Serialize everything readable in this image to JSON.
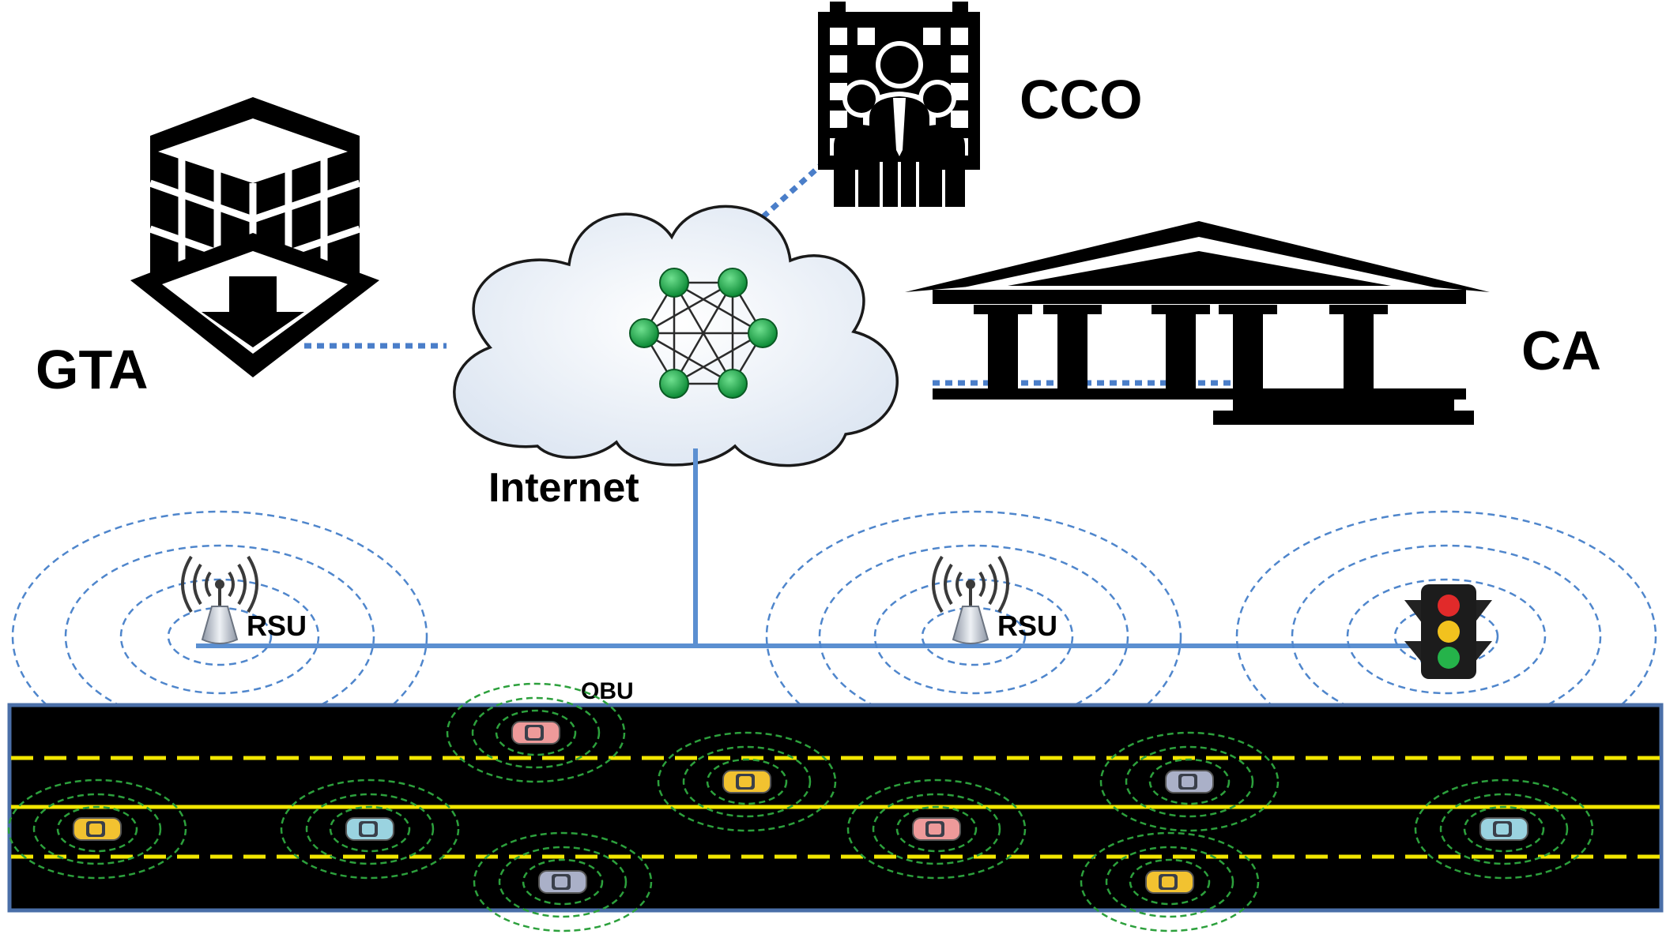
{
  "labels": {
    "gta": "GTA",
    "cco": "CCO",
    "ca": "CA",
    "internet": "Internet",
    "rsu_left": "RSU",
    "rsu_right": "RSU",
    "obu": "OBU"
  },
  "icons": {
    "gta": "office-building-icon",
    "cco": "corporate-people-icon",
    "ca": "institution-icon",
    "cloud": "cloud-network-icon",
    "rsu": "antenna-tower-icon",
    "traffic_light": "traffic-light-icon",
    "car": "car-icon"
  },
  "colors": {
    "link": "#4a7ec9",
    "coverage_rsu": "#4f86cc",
    "coverage_obu": "#2ca03c",
    "road": "#000000",
    "lane_marking": "#f2e600",
    "node": "#1ea24a",
    "cars": [
      "#ee9a9a",
      "#f2c230",
      "#9ad3e0",
      "#aab0c8"
    ]
  }
}
